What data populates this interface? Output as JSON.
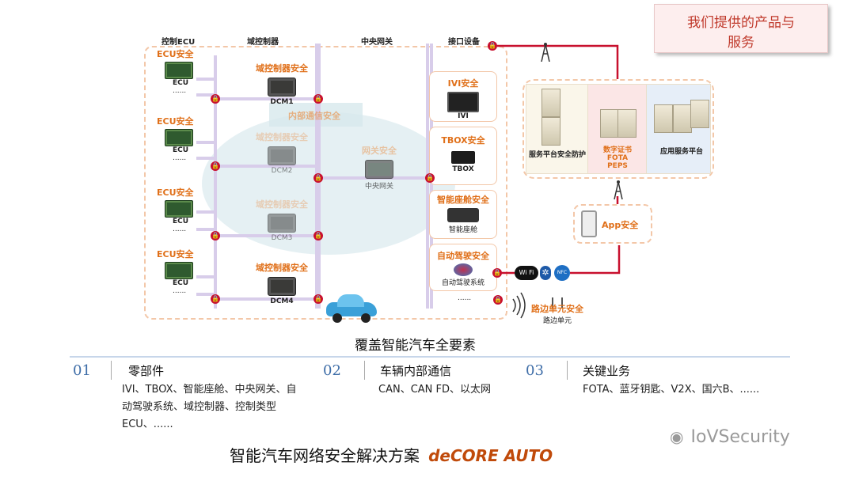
{
  "top_box": {
    "line1": "我们提供的产品与",
    "line2": "服务"
  },
  "columns": {
    "ecu": "控制ECU",
    "domain": "域控制器",
    "gateway": "中央网关",
    "interface": "接口设备"
  },
  "ecu_groups": [
    {
      "title": "ECU安全",
      "chip": "ECU",
      "dots": "......"
    },
    {
      "title": "ECU安全",
      "chip": "ECU",
      "dots": "......"
    },
    {
      "title": "ECU安全",
      "chip": "ECU",
      "dots": "......"
    },
    {
      "title": "ECU安全",
      "chip": "ECU",
      "dots": "......"
    }
  ],
  "dcms": [
    {
      "title": "域控制器安全",
      "label": "DCM1"
    },
    {
      "title": "域控制器安全",
      "label": "DCM2"
    },
    {
      "title": "域控制器安全",
      "label": "DCM3"
    },
    {
      "title": "域控制器安全",
      "label": "DCM4"
    }
  ],
  "internal_comm": "内部通信安全",
  "gateway": {
    "title": "网关安全",
    "label": "中央网关"
  },
  "interfaces": [
    {
      "title": "IVI安全",
      "label": "IVI"
    },
    {
      "title": "TBOX安全",
      "label": "TBOX"
    },
    {
      "title": "智能座舱安全",
      "label": "智能座舱"
    },
    {
      "title": "自动驾驶安全",
      "label": "自动驾驶系统"
    }
  ],
  "interface_dots": "......",
  "cloud": {
    "left_label": "服务平台安全防护",
    "mid_labels": [
      "数字证书",
      "FOTA",
      "PEPS"
    ],
    "right_label": "应用服务平台"
  },
  "app": "App安全",
  "roadside": {
    "title": "路边单元安全",
    "label": "路边单元"
  },
  "wireless": {
    "wifi": "Wi Fi",
    "nfc": "NFC"
  },
  "caption": "覆盖智能汽车全要素",
  "bottom": [
    {
      "num": "01",
      "title": "零部件",
      "text": "IVI、TBOX、智能座舱、中央网关、自动驾驶系统、域控制器、控制类型ECU、......"
    },
    {
      "num": "02",
      "title": "车辆内部通信",
      "text": "CAN、CAN FD、以太网"
    },
    {
      "num": "03",
      "title": "关键业务",
      "text": "FOTA、蓝牙钥匙、V2X、国六B、......"
    }
  ],
  "footer": {
    "main": "智能汽车网络安全解决方案",
    "brand": "deCORE AUTO"
  },
  "watermark": "IoVSecurity",
  "colors": {
    "accent_orange": "#e0701a",
    "lock_red": "#c8102e",
    "link_red": "#c8102e",
    "title_red": "#c0392b",
    "number_blue": "#3f6ea8"
  }
}
